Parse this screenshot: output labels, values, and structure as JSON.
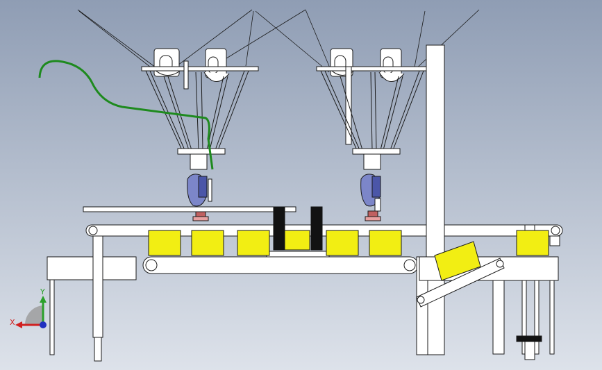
{
  "viewport": {
    "background_top": "#8f9db4",
    "background_bottom": "#dde2ea"
  },
  "colors": {
    "outline": "#1a1a1a",
    "frame_fill": "#ffffff",
    "product_fill": "#f2ee13",
    "gripper_fill": "#7c86c9",
    "cable_stroke": "#1e8a1e",
    "divider_fill": "#121212",
    "axis_y": "#2aa02a",
    "axis_x": "#d02020",
    "axis_z": "#2030c0"
  },
  "triad": {
    "x_label": "X",
    "y_label": "Y",
    "icon": "coordinate-triad-icon"
  },
  "robots": [
    {
      "id": "delta-robot-left",
      "icon": "delta-robot-icon"
    },
    {
      "id": "delta-robot-right",
      "icon": "delta-robot-icon"
    }
  ],
  "conveyor": {
    "product_count": 7
  }
}
